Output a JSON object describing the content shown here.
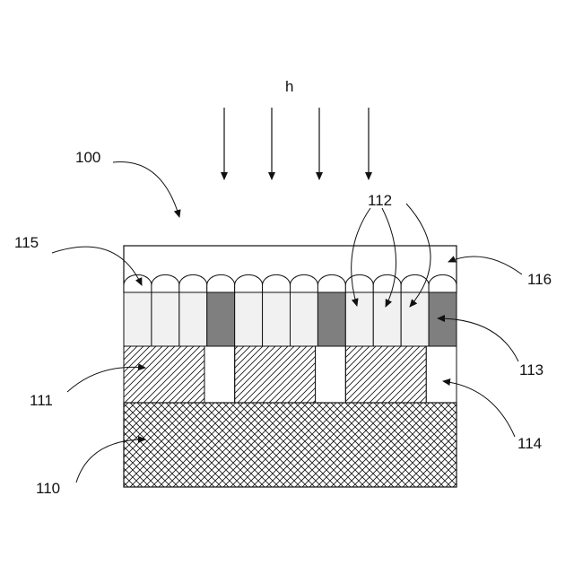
{
  "labels": {
    "light": "h",
    "device": "100",
    "substrate": "110",
    "photodiode_layer": "111",
    "color_filters": "112",
    "dark_filter": "113",
    "spacer": "114",
    "microlenses": "115",
    "overcoat": "116"
  },
  "colors": {
    "line": "#111111",
    "filter_light": "#f1f1f1",
    "filter_dark": "#7f7f7f",
    "background": "#ffffff"
  },
  "structure": {
    "incident_arrow_count": 4,
    "microlens_count": 12,
    "filter_pattern": [
      "light",
      "light",
      "light",
      "dark",
      "light",
      "light",
      "light",
      "dark",
      "light",
      "light",
      "light",
      "dark"
    ],
    "lower_layer_pattern": [
      "hatched",
      "open",
      "hatched",
      "open",
      "hatched",
      "open"
    ],
    "substrate_fill": "cross-hatch",
    "photodiode_fill": "diagonal-hatch"
  }
}
